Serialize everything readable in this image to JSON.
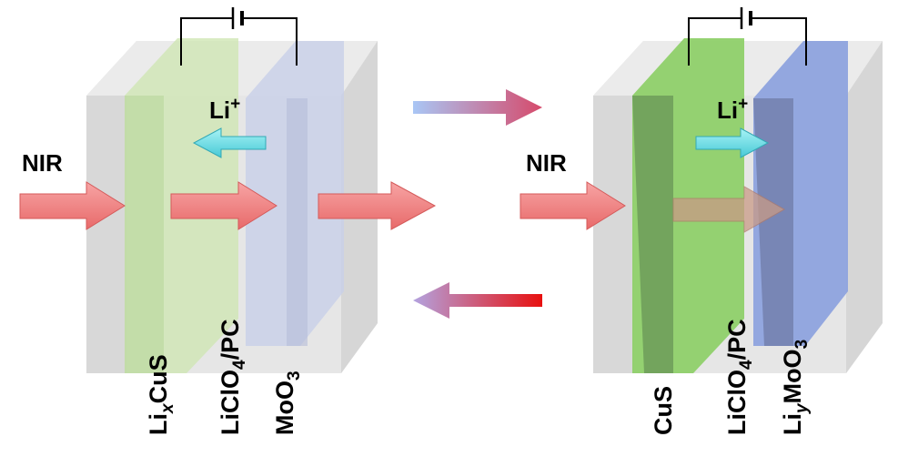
{
  "left_device": {
    "nir_label": "NIR",
    "ion_label": "Li",
    "ion_charge": "+",
    "layers": [
      {
        "main": "Li",
        "sub": "x",
        "rest": "CuS"
      },
      {
        "main": "LiClO",
        "sub": "4",
        "rest": "/PC"
      },
      {
        "main": "MoO",
        "sub": "3",
        "rest": ""
      }
    ],
    "state": "transmitting",
    "ion_direction": "left"
  },
  "right_device": {
    "nir_label": "NIR",
    "ion_label": "Li",
    "ion_charge": "+",
    "layers": [
      {
        "main": "CuS",
        "sub": "",
        "rest": ""
      },
      {
        "main": "LiClO",
        "sub": "4",
        "rest": "/PC"
      },
      {
        "main": "Li",
        "sub": "y",
        "rest": "MoO3"
      }
    ],
    "state": "blocking",
    "ion_direction": "right"
  },
  "process_arrows": [
    {
      "direction": "right",
      "from_color": "#a9c6f5",
      "to_color": "#d64a6b"
    },
    {
      "direction": "left",
      "from_color": "#e8100f",
      "to_color": "#b3a3e0"
    }
  ],
  "colors": {
    "glass": "#dcdcdc",
    "lix_cus": "#cfe6b4",
    "cus": "#7dc65a",
    "moo3": "#c8cfe8",
    "liy_moo3": "#8ea3de",
    "nir_arrow": "#f08a8a",
    "ion_arrow": "#7ee8ee"
  }
}
